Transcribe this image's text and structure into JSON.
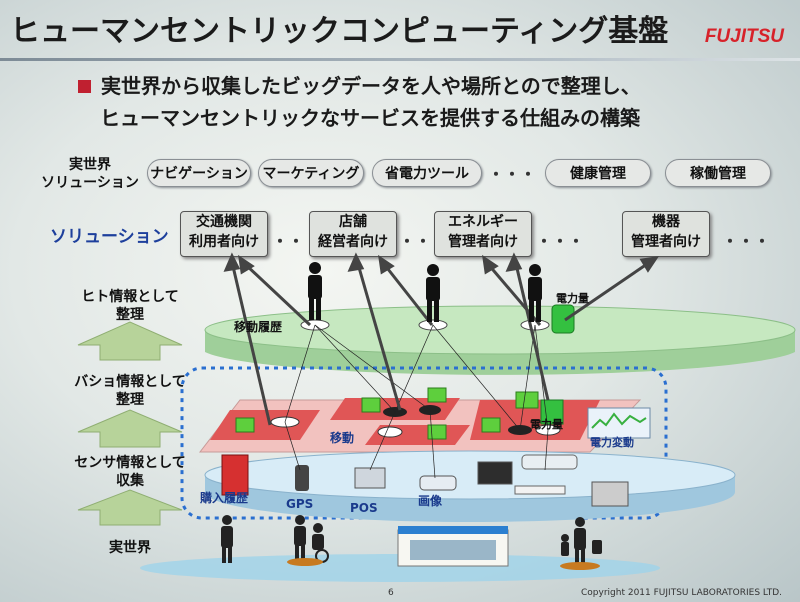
{
  "slide": {
    "title": "ヒューマンセントリックコンピューティング基盤",
    "logo": "FUJITSU",
    "subtitle_line1": "実世界から収集したビッグデータを人や場所とので整理し、",
    "subtitle_line2": "ヒューマンセントリックなサービスを提供する仕組みの構築",
    "page_number": "6",
    "copyright": "Copyright 2011 FUJITSU LABORATORIES LTD."
  },
  "left_labels": {
    "real_solution_1": "実世界",
    "real_solution_2": "ソリューション",
    "solution": "ソリューション",
    "human_info_1": "ヒト情報として",
    "human_info_2": "整理",
    "place_info_1": "バショ情報として",
    "place_info_2": "整理",
    "sensor_info_1": "センサ情報として",
    "sensor_info_2": "収集",
    "real_world": "実世界"
  },
  "real_solutions": [
    "ナビゲーション",
    "マーケティング",
    "省電力ツール",
    "健康管理",
    "稼働管理"
  ],
  "ellipsis": "・・・",
  "solution_boxes": [
    {
      "line1": "交通機関",
      "line2": "利用者向け"
    },
    {
      "line1": "店舗",
      "line2": "経営者向け"
    },
    {
      "line1": "エネルギー",
      "line2": "管理者向け"
    },
    {
      "line1": "機器",
      "line2": "管理者向け"
    }
  ],
  "diagram_labels": {
    "movement_history": "移動履歴",
    "power": "電力量",
    "movement": "移動",
    "power2": "電力量",
    "power_change": "電力変動",
    "purchase": "購入履歴",
    "gps": "GPS",
    "pos": "POS",
    "image": "画像"
  },
  "colors": {
    "accent_red": "#c02030",
    "solution_blue": "#1d3f9c",
    "arrow_green": "#b7d39a",
    "human_layer": "#bfe3b8",
    "place_layer": "#e06060",
    "sensor_layer": "#cfe6f4"
  }
}
